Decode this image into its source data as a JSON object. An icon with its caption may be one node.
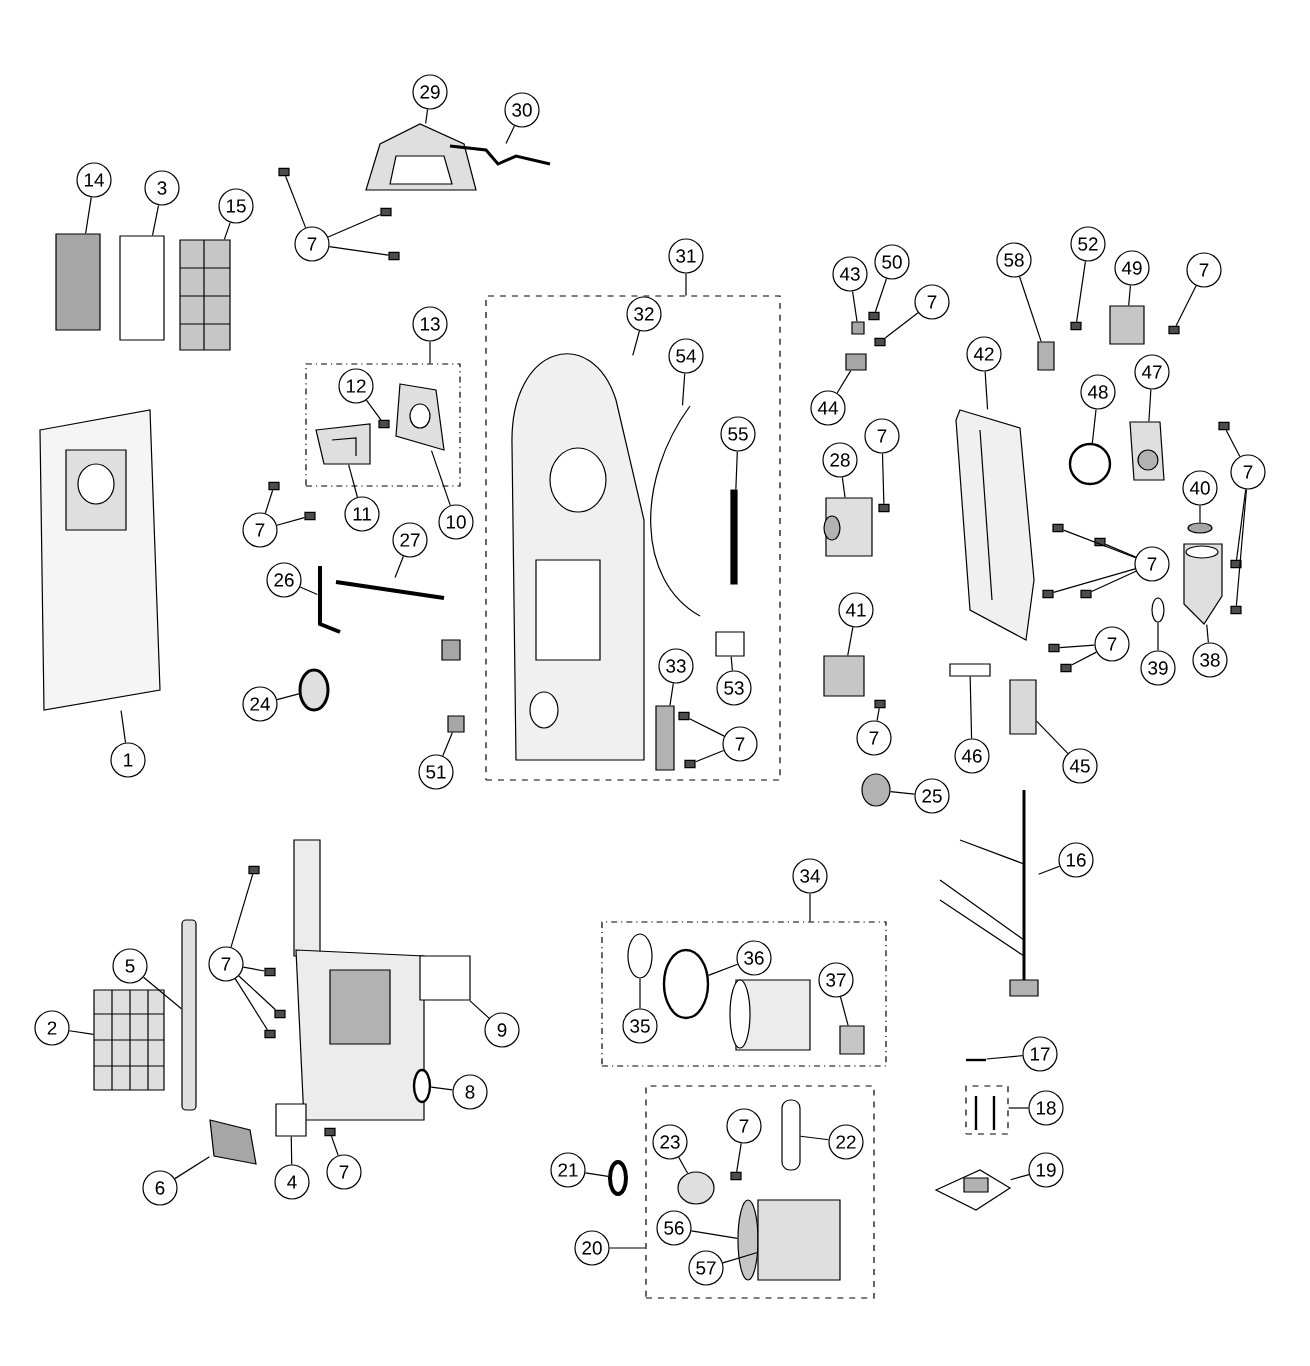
{
  "diagram": {
    "nodes": [
      {
        "text": [],
        "shape": "box"
      },
      {
        "text": [],
        "shape": "box"
      },
      {
        "text": [],
        "shape": "box"
      },
      {
        "text": [],
        "shape": "box"
      },
      {
        "text": [],
        "shape": "box"
      },
      {
        "text": [
          "29"
        ]
      },
      {
        "text": [
          "30"
        ]
      },
      {
        "text": [
          "14"
        ]
      },
      {
        "text": [
          "3"
        ]
      },
      {
        "text": [
          "15"
        ]
      },
      {
        "text": [
          "7"
        ]
      },
      {
        "text": [
          "13"
        ]
      },
      {
        "text": [
          "12"
        ],
        "in": 0
      },
      {
        "text": [
          "11"
        ]
      },
      {
        "text": [
          "10"
        ]
      },
      {
        "text": [
          "7"
        ]
      },
      {
        "text": [
          "27"
        ]
      },
      {
        "text": [
          "26"
        ]
      },
      {
        "text": [
          "24"
        ]
      },
      {
        "text": [
          "51"
        ]
      },
      {
        "text": [
          "1"
        ]
      },
      {
        "text": [
          "31"
        ]
      },
      {
        "text": [
          "32"
        ],
        "in": 1
      },
      {
        "text": [
          "54"
        ],
        "in": 1
      },
      {
        "text": [
          "55"
        ],
        "in": 1
      },
      {
        "text": [
          "53"
        ],
        "in": 1
      },
      {
        "text": [
          "33"
        ],
        "in": 1
      },
      {
        "text": [
          "7"
        ],
        "in": 1
      },
      {
        "text": [
          "43"
        ]
      },
      {
        "text": [
          "50"
        ]
      },
      {
        "text": [
          "7"
        ]
      },
      {
        "text": [
          "44"
        ]
      },
      {
        "text": [
          "28"
        ]
      },
      {
        "text": [
          "7"
        ]
      },
      {
        "text": [
          "41"
        ]
      },
      {
        "text": [
          "7"
        ]
      },
      {
        "text": [
          "25"
        ]
      },
      {
        "text": [
          "46"
        ]
      },
      {
        "text": [
          "45"
        ]
      },
      {
        "text": [
          "58"
        ]
      },
      {
        "text": [
          "52"
        ]
      },
      {
        "text": [
          "49"
        ]
      },
      {
        "text": [
          "7"
        ]
      },
      {
        "text": [
          "42"
        ]
      },
      {
        "text": [
          "48"
        ]
      },
      {
        "text": [
          "47"
        ]
      },
      {
        "text": [
          "7"
        ]
      },
      {
        "text": [
          "40"
        ]
      },
      {
        "text": [
          "7"
        ]
      },
      {
        "text": [
          "39"
        ]
      },
      {
        "text": [
          "38"
        ]
      },
      {
        "text": [
          "7"
        ]
      },
      {
        "text": [
          "16"
        ]
      },
      {
        "text": [
          "5"
        ]
      },
      {
        "text": [
          "2"
        ]
      },
      {
        "text": [
          "7"
        ]
      },
      {
        "text": [
          "9"
        ]
      },
      {
        "text": [
          "8"
        ]
      },
      {
        "text": [
          "6"
        ]
      },
      {
        "text": [
          "4"
        ]
      },
      {
        "text": [
          "7"
        ]
      },
      {
        "text": [
          "21"
        ]
      },
      {
        "text": [
          "20"
        ]
      },
      {
        "text": [
          "34"
        ]
      },
      {
        "text": [
          "36"
        ],
        "in": 2
      },
      {
        "text": [
          "35"
        ],
        "in": 2
      },
      {
        "text": [
          "37"
        ],
        "in": 2
      },
      {
        "text": [
          "23"
        ],
        "in": 3
      },
      {
        "text": [
          "7"
        ],
        "in": 3
      },
      {
        "text": [
          "22"
        ],
        "in": 3
      },
      {
        "text": [
          "56"
        ],
        "in": 3
      },
      {
        "text": [
          "57"
        ],
        "in": 3
      },
      {
        "text": [
          "17"
        ]
      },
      {
        "text": [
          "18"
        ]
      },
      {
        "text": [
          "19"
        ]
      },
      {
        "text": [],
        "shape": "picture",
        "in": 0
      },
      {
        "text": [],
        "shape": "picture",
        "in": 0
      },
      {
        "text": [],
        "shape": "picture"
      },
      {
        "text": [],
        "shape": "picture"
      },
      {
        "text": [],
        "shape": "box"
      },
      {
        "text": [],
        "shape": "box"
      },
      {
        "text": [],
        "shape": "picture"
      },
      {
        "text": [],
        "shape": "box"
      },
      {
        "text": [],
        "shape": "box"
      },
      {
        "text": [],
        "shape": "box"
      },
      {
        "text": [],
        "shape": "box",
        "in": 0
      },
      {
        "text": [],
        "shape": "box"
      },
      {
        "text": [],
        "shape": "box"
      },
      {
        "text": [],
        "shape": "picture"
      },
      {
        "text": [],
        "shape": "picture"
      },
      {
        "text": [],
        "shape": "circle"
      },
      {
        "text": [],
        "shape": "box"
      },
      {
        "text": [],
        "shape": "picture"
      },
      {
        "text": [],
        "shape": "picture",
        "in": 1
      },
      {
        "text": [],
        "shape": "picture",
        "in": 1
      },
      {
        "text": [],
        "shape": "box",
        "in": 1
      },
      {
        "text": [],
        "shape": "box",
        "in": 1
      },
      {
        "text": [],
        "shape": "box",
        "in": 1
      },
      {
        "text": [],
        "shape": "box",
        "in": 1
      },
      {
        "text": [],
        "shape": "box",
        "in": 1
      },
      {
        "text": [],
        "shape": "box"
      },
      {
        "text": [],
        "shape": "box"
      },
      {
        "text": [],
        "shape": "box"
      },
      {
        "text": [],
        "shape": "box"
      },
      {
        "text": [],
        "shape": "picture"
      },
      {
        "text": [],
        "shape": "box"
      },
      {
        "text": [],
        "shape": "box"
      },
      {
        "text": [],
        "shape": "box"
      },
      {
        "text": [],
        "shape": "circle"
      },
      {
        "text": [],
        "shape": "box"
      },
      {
        "text": [],
        "shape": "box"
      },
      {
        "text": [],
        "shape": "box"
      },
      {
        "text": [],
        "shape": "box"
      },
      {
        "text": [],
        "shape": "box"
      },
      {
        "text": [],
        "shape": "box"
      },
      {
        "text": [],
        "shape": "picture"
      },
      {
        "text": [],
        "shape": "circle"
      },
      {
        "text": [],
        "shape": "picture"
      },
      {
        "text": [],
        "shape": "box"
      },
      {
        "text": [],
        "shape": "box"
      },
      {
        "text": [],
        "shape": "box"
      },
      {
        "text": [],
        "shape": "circle"
      },
      {
        "text": [],
        "shape": "box"
      },
      {
        "text": [],
        "shape": "box"
      },
      {
        "text": [],
        "shape": "box"
      },
      {
        "text": [],
        "shape": "box"
      },
      {
        "text": [],
        "shape": "circle"
      },
      {
        "text": [],
        "shape": "picture"
      },
      {
        "text": [],
        "shape": "box"
      },
      {
        "text": [],
        "shape": "box"
      },
      {
        "text": [],
        "shape": "picture"
      },
      {
        "text": [],
        "shape": "box"
      },
      {
        "text": [],
        "shape": "picture"
      },
      {
        "text": [],
        "shape": "box"
      },
      {
        "text": [],
        "shape": "box"
      },
      {
        "text": [],
        "shape": "box"
      },
      {
        "text": [],
        "shape": "box"
      },
      {
        "text": [],
        "shape": "box"
      },
      {
        "text": [],
        "shape": "circle"
      },
      {
        "text": [],
        "shape": "picture"
      },
      {
        "text": [],
        "shape": "box"
      },
      {
        "text": [],
        "shape": "box"
      },
      {
        "text": [],
        "shape": "circle"
      },
      {
        "text": [],
        "shape": "circle",
        "in": 2
      },
      {
        "text": [],
        "shape": "circle",
        "in": 2
      },
      {
        "text": [],
        "shape": "box",
        "in": 2
      },
      {
        "text": [],
        "shape": "circle",
        "in": 3
      },
      {
        "text": [],
        "shape": "box",
        "in": 3
      },
      {
        "text": [],
        "shape": "box",
        "in": 3
      },
      {
        "text": [],
        "shape": "circle",
        "in": 3
      },
      {
        "text": [],
        "shape": "box",
        "in": 3
      },
      {
        "text": [],
        "shape": "picture"
      },
      {
        "text": [],
        "shape": "picture"
      }
    ],
    "edges": [
      {
        "from": 5,
        "to": 77,
        "arrow": "none"
      },
      {
        "from": 6,
        "to": 78,
        "arrow": "none"
      },
      {
        "from": 7,
        "to": 79,
        "arrow": "none"
      },
      {
        "from": 8,
        "to": 80,
        "arrow": "none"
      },
      {
        "from": 9,
        "to": 81,
        "arrow": "none"
      },
      {
        "from": 10,
        "to": 82,
        "arrow": "none"
      },
      {
        "from": 10,
        "to": 83,
        "arrow": "none"
      },
      {
        "from": 10,
        "to": 84,
        "arrow": "none"
      },
      {
        "from": 11,
        "to": 0,
        "arrow": "none"
      },
      {
        "from": 12,
        "to": 85,
        "arrow": "none"
      },
      {
        "from": 13,
        "to": 75,
        "arrow": "none"
      },
      {
        "from": 14,
        "to": 76,
        "arrow": "none"
      },
      {
        "from": 15,
        "to": 86,
        "arrow": "none"
      },
      {
        "from": 15,
        "to": 87,
        "arrow": "none"
      },
      {
        "from": 16,
        "to": 88,
        "arrow": "none"
      },
      {
        "from": 17,
        "to": 89,
        "arrow": "none"
      },
      {
        "from": 18,
        "to": 90,
        "arrow": "none"
      },
      {
        "from": 19,
        "to": 91,
        "arrow": "none"
      },
      {
        "from": 20,
        "to": 92,
        "arrow": "none"
      },
      {
        "from": 21,
        "to": 1,
        "arrow": "none"
      },
      {
        "from": 22,
        "to": 93,
        "arrow": "none"
      },
      {
        "from": 23,
        "to": 94,
        "arrow": "none"
      },
      {
        "from": 24,
        "to": 95,
        "arrow": "none"
      },
      {
        "from": 25,
        "to": 96,
        "arrow": "none"
      },
      {
        "from": 26,
        "to": 97,
        "arrow": "none"
      },
      {
        "from": 27,
        "to": 98,
        "arrow": "none"
      },
      {
        "from": 27,
        "to": 99,
        "arrow": "none"
      },
      {
        "from": 28,
        "to": 100,
        "arrow": "none"
      },
      {
        "from": 29,
        "to": 101,
        "arrow": "none"
      },
      {
        "from": 30,
        "to": 102,
        "arrow": "none"
      },
      {
        "from": 31,
        "to": 103,
        "arrow": "none"
      },
      {
        "from": 32,
        "to": 104,
        "arrow": "none"
      },
      {
        "from": 33,
        "to": 105,
        "arrow": "none"
      },
      {
        "from": 34,
        "to": 106,
        "arrow": "none"
      },
      {
        "from": 35,
        "to": 107,
        "arrow": "none"
      },
      {
        "from": 36,
        "to": 108,
        "arrow": "none"
      },
      {
        "from": 37,
        "to": 109,
        "arrow": "none"
      },
      {
        "from": 38,
        "to": 110,
        "arrow": "none"
      },
      {
        "from": 39,
        "to": 111,
        "arrow": "none"
      },
      {
        "from": 40,
        "to": 112,
        "arrow": "none"
      },
      {
        "from": 41,
        "to": 113,
        "arrow": "none"
      },
      {
        "from": 42,
        "to": 114,
        "arrow": "none"
      },
      {
        "from": 43,
        "to": 115,
        "arrow": "none"
      },
      {
        "from": 44,
        "to": 116,
        "arrow": "none"
      },
      {
        "from": 45,
        "to": 117,
        "arrow": "none"
      },
      {
        "from": 46,
        "to": 118,
        "arrow": "none"
      },
      {
        "from": 46,
        "to": 119,
        "arrow": "none"
      },
      {
        "from": 46,
        "to": 120,
        "arrow": "none"
      },
      {
        "from": 47,
        "to": 121,
        "arrow": "none"
      },
      {
        "from": 48,
        "to": 122,
        "arrow": "none"
      },
      {
        "from": 48,
        "to": 123,
        "arrow": "none"
      },
      {
        "from": 48,
        "to": 124,
        "arrow": "none"
      },
      {
        "from": 48,
        "to": 125,
        "arrow": "none"
      },
      {
        "from": 49,
        "to": 126,
        "arrow": "none"
      },
      {
        "from": 50,
        "to": 127,
        "arrow": "none"
      },
      {
        "from": 51,
        "to": 128,
        "arrow": "none"
      },
      {
        "from": 51,
        "to": 129,
        "arrow": "none"
      },
      {
        "from": 52,
        "to": 130,
        "arrow": "none"
      },
      {
        "from": 53,
        "to": 131,
        "arrow": "none"
      },
      {
        "from": 54,
        "to": 132,
        "arrow": "none"
      },
      {
        "from": 55,
        "to": 133,
        "arrow": "none"
      },
      {
        "from": 55,
        "to": 134,
        "arrow": "none"
      },
      {
        "from": 55,
        "to": 135,
        "arrow": "none"
      },
      {
        "from": 55,
        "to": 136,
        "arrow": "none"
      },
      {
        "from": 56,
        "to": 137,
        "arrow": "none"
      },
      {
        "from": 57,
        "to": 138,
        "arrow": "none"
      },
      {
        "from": 58,
        "to": 139,
        "arrow": "none"
      },
      {
        "from": 59,
        "to": 140,
        "arrow": "none"
      },
      {
        "from": 60,
        "to": 141,
        "arrow": "none"
      },
      {
        "from": 61,
        "to": 142,
        "arrow": "none"
      },
      {
        "from": 62,
        "to": 3,
        "arrow": "none"
      },
      {
        "from": 63,
        "to": 2,
        "arrow": "none"
      },
      {
        "from": 64,
        "to": 143,
        "arrow": "none"
      },
      {
        "from": 65,
        "to": 144,
        "arrow": "none"
      },
      {
        "from": 66,
        "to": 145,
        "arrow": "none"
      },
      {
        "from": 67,
        "to": 146,
        "arrow": "none"
      },
      {
        "from": 68,
        "to": 147,
        "arrow": "none"
      },
      {
        "from": 69,
        "to": 148,
        "arrow": "none"
      },
      {
        "from": 70,
        "to": 149,
        "arrow": "none"
      },
      {
        "from": 71,
        "to": 150,
        "arrow": "none"
      },
      {
        "from": 72,
        "to": 151,
        "arrow": "none"
      },
      {
        "from": 73,
        "to": 4,
        "arrow": "none"
      },
      {
        "from": 74,
        "to": 152,
        "arrow": "none"
      }
    ]
  }
}
